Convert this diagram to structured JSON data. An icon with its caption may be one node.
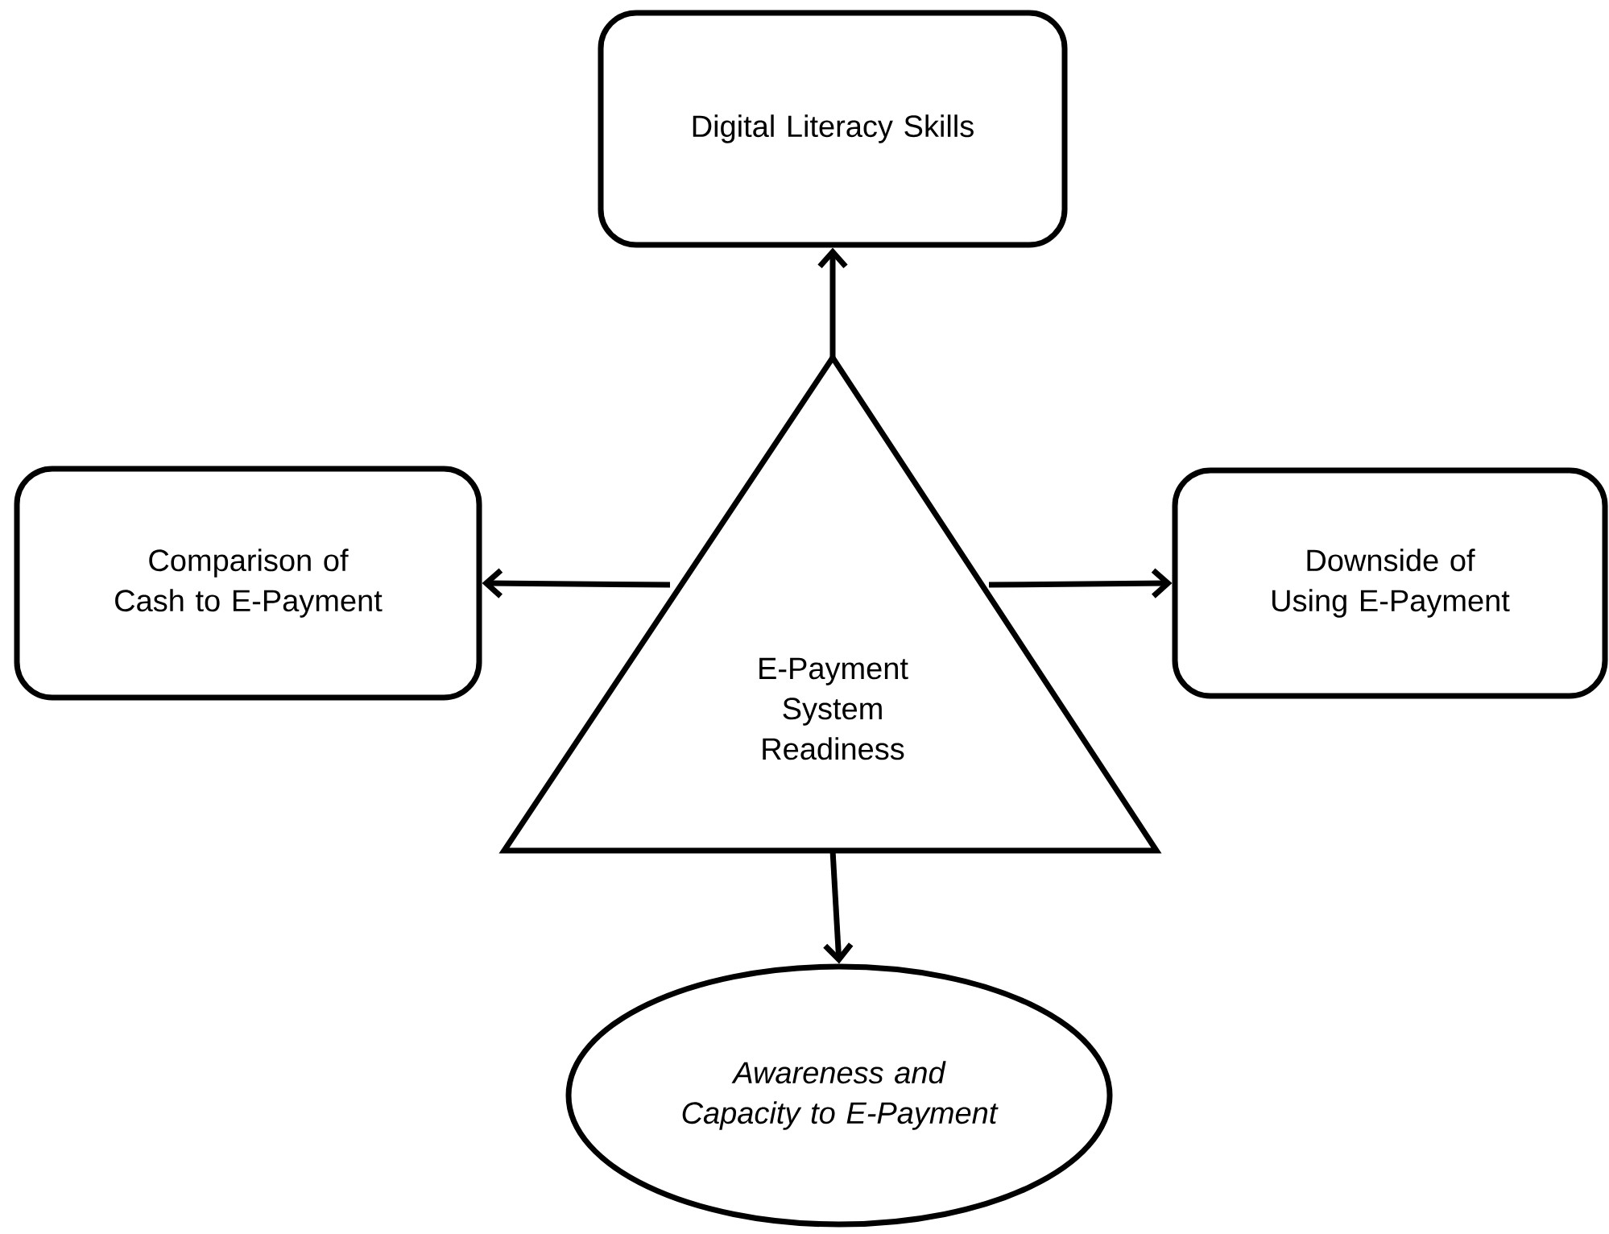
{
  "diagram": {
    "nodes": [
      {
        "text": [
          "E-Payment System Readiness"
        ]
      },
      {
        "text": [
          "Digital Literacy Skills"
        ]
      },
      {
        "text": [
          "Comparison of Cash to E-Payment"
        ]
      },
      {
        "text": [
          "Downside of Using E-Payment"
        ]
      },
      {
        "text": [
          "Awareness and Capacity to E-Payment"
        ]
      }
    ],
    "edges": [
      {
        "from": 0,
        "to": 1,
        "arrow": "to"
      },
      {
        "from": 0,
        "to": 2,
        "arrow": "to"
      },
      {
        "from": 0,
        "to": 3,
        "arrow": "to"
      },
      {
        "from": 0,
        "to": 4,
        "arrow": "to"
      }
    ]
  }
}
